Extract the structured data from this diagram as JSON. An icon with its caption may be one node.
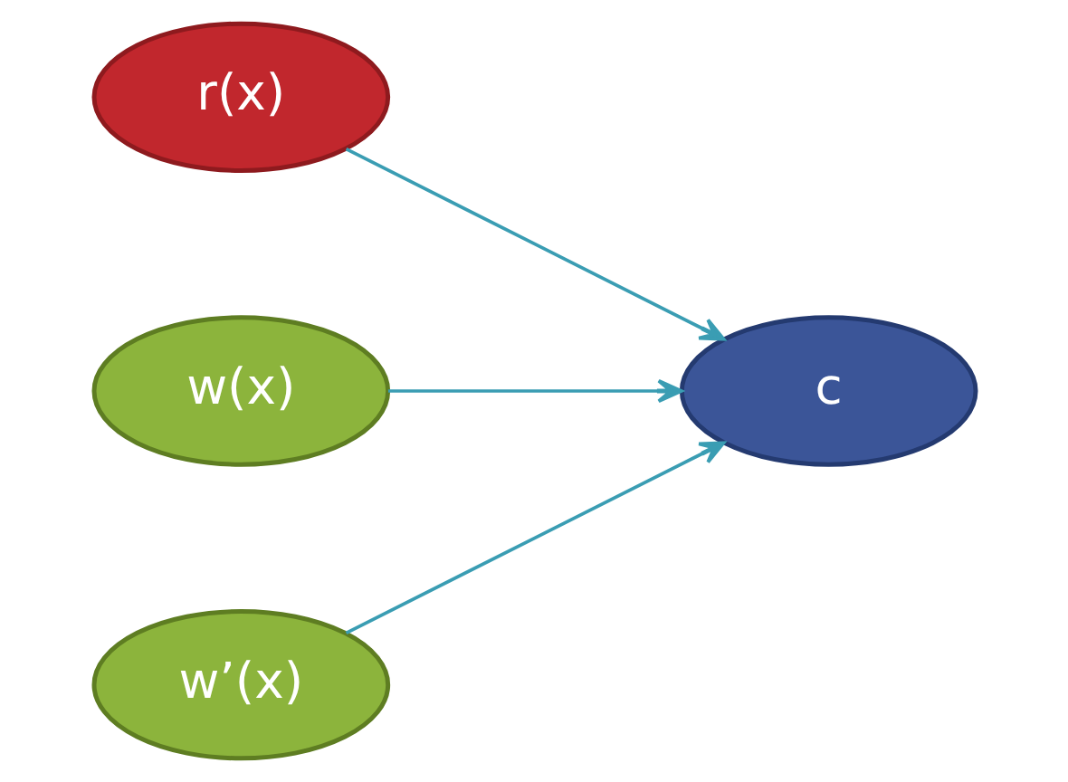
{
  "diagram": {
    "nodes": [
      {
        "text": [
          "r(x)"
        ]
      },
      {
        "text": [
          "w(x)"
        ]
      },
      {
        "text": [
          "w’(x)"
        ]
      },
      {
        "text": [
          "c"
        ]
      }
    ],
    "edges": [
      {
        "from": 0,
        "to": 3,
        "arrow": "to"
      },
      {
        "from": 1,
        "to": 3,
        "arrow": "to"
      },
      {
        "from": 2,
        "to": 3,
        "arrow": "to"
      }
    ]
  }
}
